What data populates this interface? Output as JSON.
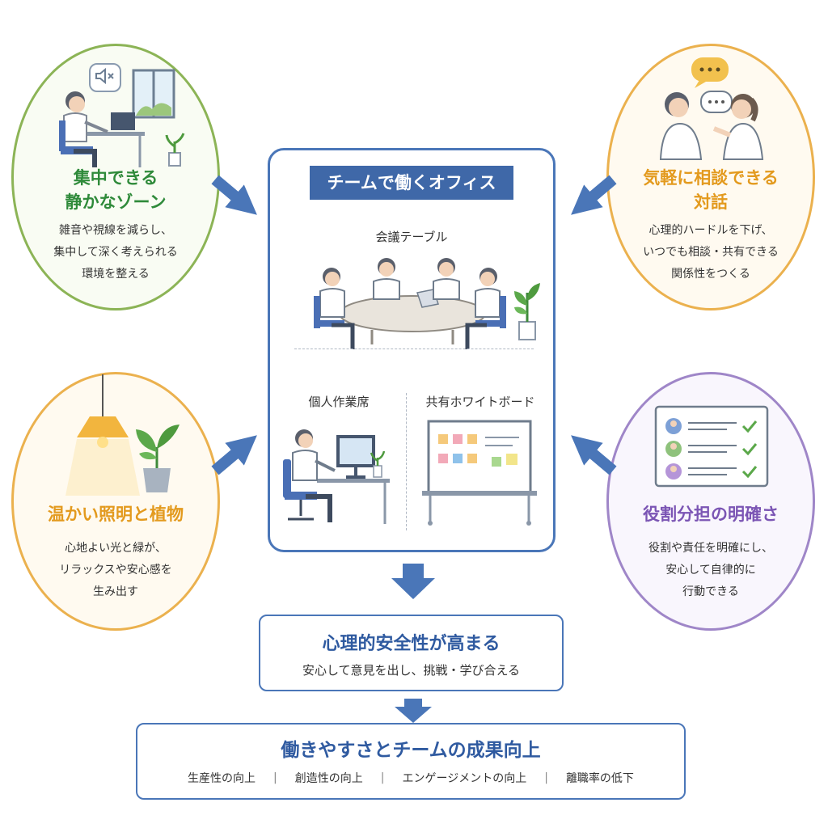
{
  "top_left": {
    "title": "集中できる\n静かなゾーン",
    "desc": "雑音や視線を減らし、\n集中して深く考えられる\n環境を整える",
    "color": "#2f8a3a"
  },
  "top_right": {
    "title": "気軽に相談できる\n対話",
    "desc": "心理的ハードルを下げ、\nいつでも相談・共有できる\n関係性をつくる",
    "color": "#e39a1e"
  },
  "bottom_left": {
    "title": "温かい照明と植物",
    "desc": "心地よい光と緑が、\nリラックスや安心感を\n生み出す",
    "color": "#e39a1e"
  },
  "bottom_right": {
    "title": "役割分担の明確さ",
    "desc": "役割や責任を明確にし、\n安心して自律的に\n行動できる",
    "color": "#7b55b4"
  },
  "office": {
    "title": "チームで働くオフィス",
    "meeting_label": "会議テーブル",
    "desk_label": "個人作業席",
    "whiteboard_label": "共有ホワイトボード"
  },
  "safety": {
    "title": "心理的安全性が高まる",
    "subtitle": "安心して意見を出し、挑戦・学び合える"
  },
  "outcome": {
    "title": "働きやすさとチームの成果向上",
    "items": [
      "生産性の向上",
      "創造性の向上",
      "エンゲージメントの向上",
      "離職率の低下"
    ],
    "separator": "|"
  },
  "icons": [
    "mute-speaker-icon",
    "window-icon",
    "chat-bubble-icon",
    "lamp-icon",
    "plant-icon",
    "checklist-icon",
    "check-icon",
    "down-arrow-icon",
    "diagonal-arrow-icon"
  ]
}
